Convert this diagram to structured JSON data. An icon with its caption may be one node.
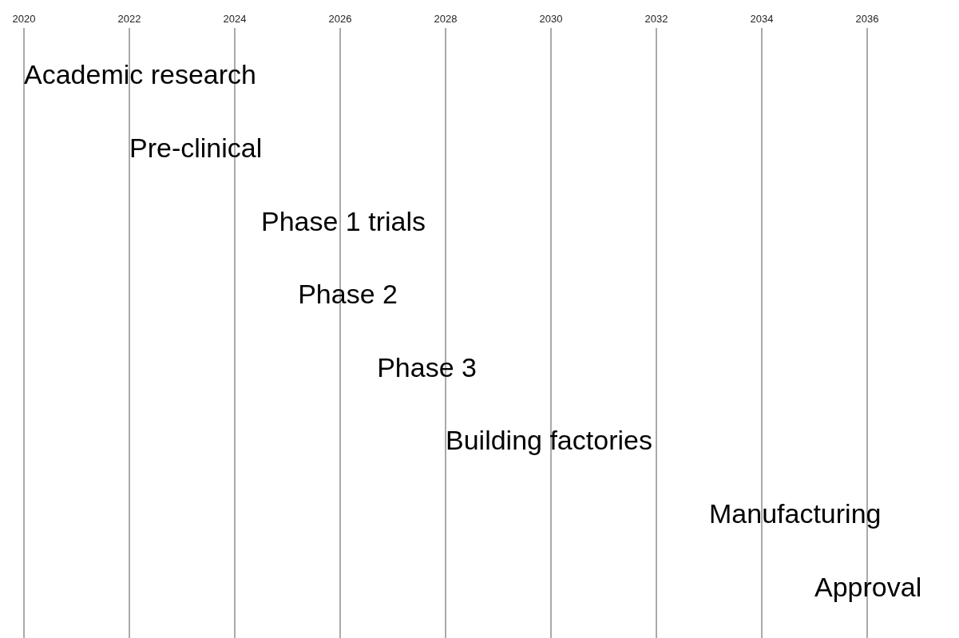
{
  "diagram": {
    "labels": [
      "2020",
      "2022",
      "2024",
      "2026",
      "2028",
      "2030",
      "2032",
      "2034",
      "2036",
      "Academic research",
      "Pre-clinical",
      "Phase 1 trials",
      "Phase 2",
      "Phase 3",
      "Building factories",
      "Manufacturing",
      "Approval"
    ]
  }
}
